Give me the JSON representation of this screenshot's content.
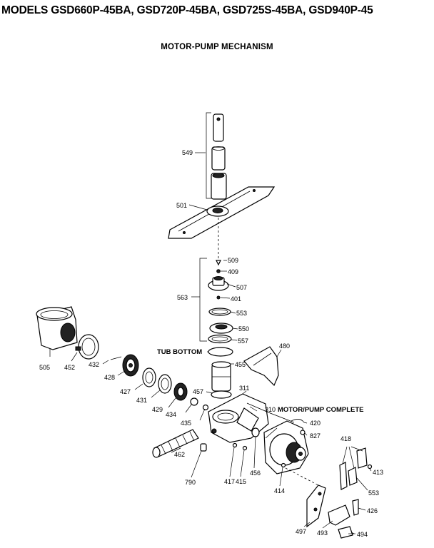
{
  "header": {
    "models": "MODELS GSD660P-45BA, GSD720P-45BA, GSD725S-45BA, GSD940P-45",
    "subtitle": "MOTOR-PUMP MECHANISM"
  },
  "callouts": {
    "tub_bottom": "TUB BOTTOM",
    "motor_pump_complete": "MOTOR/PUMP COMPLETE"
  },
  "parts": [
    {
      "id": "549"
    },
    {
      "id": "501"
    },
    {
      "id": "509"
    },
    {
      "id": "409"
    },
    {
      "id": "507"
    },
    {
      "id": "563"
    },
    {
      "id": "401"
    },
    {
      "id": "553"
    },
    {
      "id": "550"
    },
    {
      "id": "557"
    },
    {
      "id": "480"
    },
    {
      "id": "455"
    },
    {
      "id": "505"
    },
    {
      "id": "452"
    },
    {
      "id": "432"
    },
    {
      "id": "428"
    },
    {
      "id": "427"
    },
    {
      "id": "431"
    },
    {
      "id": "429"
    },
    {
      "id": "434"
    },
    {
      "id": "457"
    },
    {
      "id": "311"
    },
    {
      "id": "310"
    },
    {
      "id": "420"
    },
    {
      "id": "827"
    },
    {
      "id": "435"
    },
    {
      "id": "462"
    },
    {
      "id": "418"
    },
    {
      "id": "413"
    },
    {
      "id": "553"
    },
    {
      "id": "790"
    },
    {
      "id": "417"
    },
    {
      "id": "415"
    },
    {
      "id": "456"
    },
    {
      "id": "414"
    },
    {
      "id": "426"
    },
    {
      "id": "497"
    },
    {
      "id": "493"
    },
    {
      "id": "494"
    }
  ]
}
